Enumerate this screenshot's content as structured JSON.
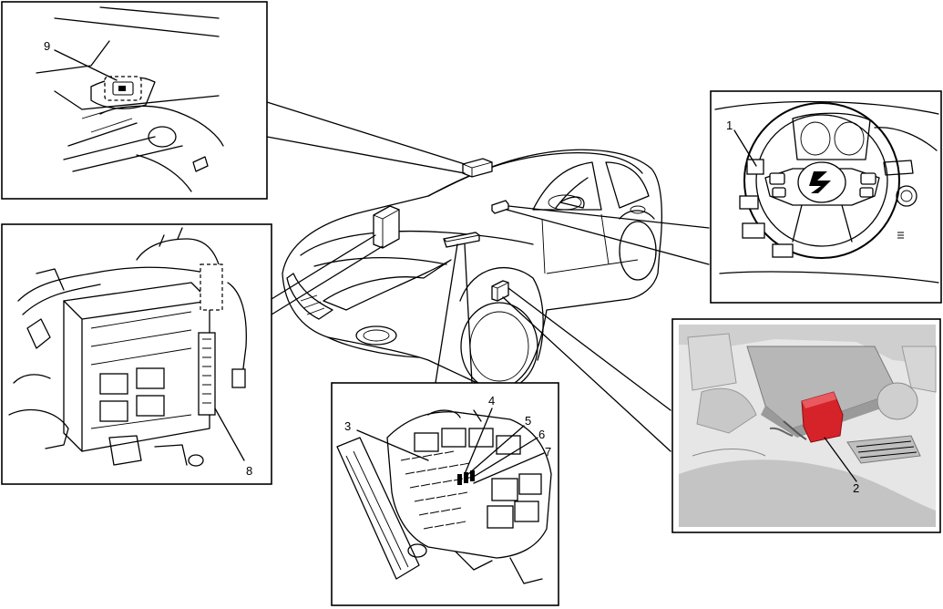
{
  "callouts": {
    "c1": "1",
    "c2": "2",
    "c3": "3",
    "c4": "4",
    "c5": "5",
    "c6": "6",
    "c7": "7",
    "c8": "8",
    "c9": "9"
  },
  "colors": {
    "highlight_component": "#d6232a",
    "photo_background": "#e6e6e6",
    "line": "#000000"
  },
  "icons": {
    "steering_emblem": "suzuki-s-logo-icon"
  }
}
